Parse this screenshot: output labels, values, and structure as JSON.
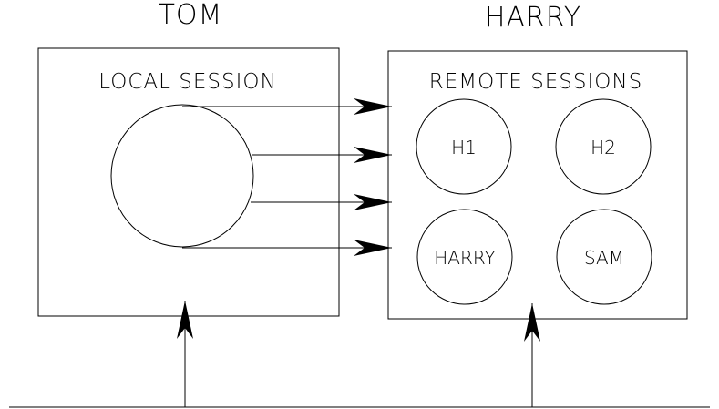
{
  "machines": {
    "left": {
      "name": "TOM",
      "panel_label": "LOCAL SESSION"
    },
    "right": {
      "name": "HARRY",
      "panel_label": "REMOTE SESSIONS"
    }
  },
  "remote_sessions": [
    "H1",
    "H2",
    "HARRY",
    "SAM"
  ],
  "colors": {
    "ink": "#000000",
    "background": "#ffffff"
  }
}
